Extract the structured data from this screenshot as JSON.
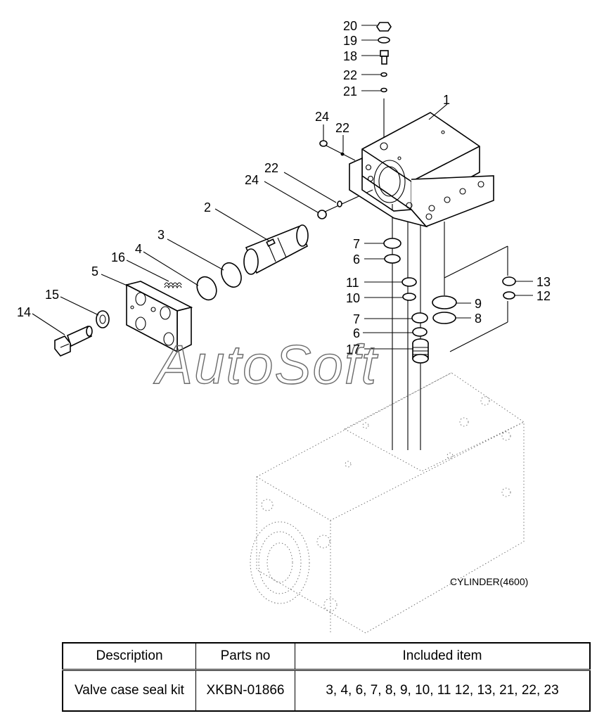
{
  "callouts": {
    "c1": "1",
    "c2": "2",
    "c3": "3",
    "c4": "4",
    "c5": "5",
    "c6a": "6",
    "c6b": "6",
    "c7a": "7",
    "c7b": "7",
    "c8": "8",
    "c9": "9",
    "c10": "10",
    "c11": "11",
    "c12": "12",
    "c13": "13",
    "c14": "14",
    "c15": "15",
    "c16": "16",
    "c17": "17",
    "c18": "18",
    "c19": "19",
    "c20": "20",
    "c21": "21",
    "c22a": "22",
    "c22b": "22",
    "c22c": "22",
    "c24a": "24",
    "c24b": "24"
  },
  "cylinder_label": "CYLINDER(4600)",
  "watermark": "AutoSoft",
  "table": {
    "headers": [
      "Description",
      "Parts no",
      "Included item"
    ],
    "row": {
      "description": "Valve case seal kit",
      "parts_no": "XKBN-01866",
      "included": "3, 4, 6, 7, 8, 9, 10, 11 12, 13, 21, 22, 23"
    }
  }
}
